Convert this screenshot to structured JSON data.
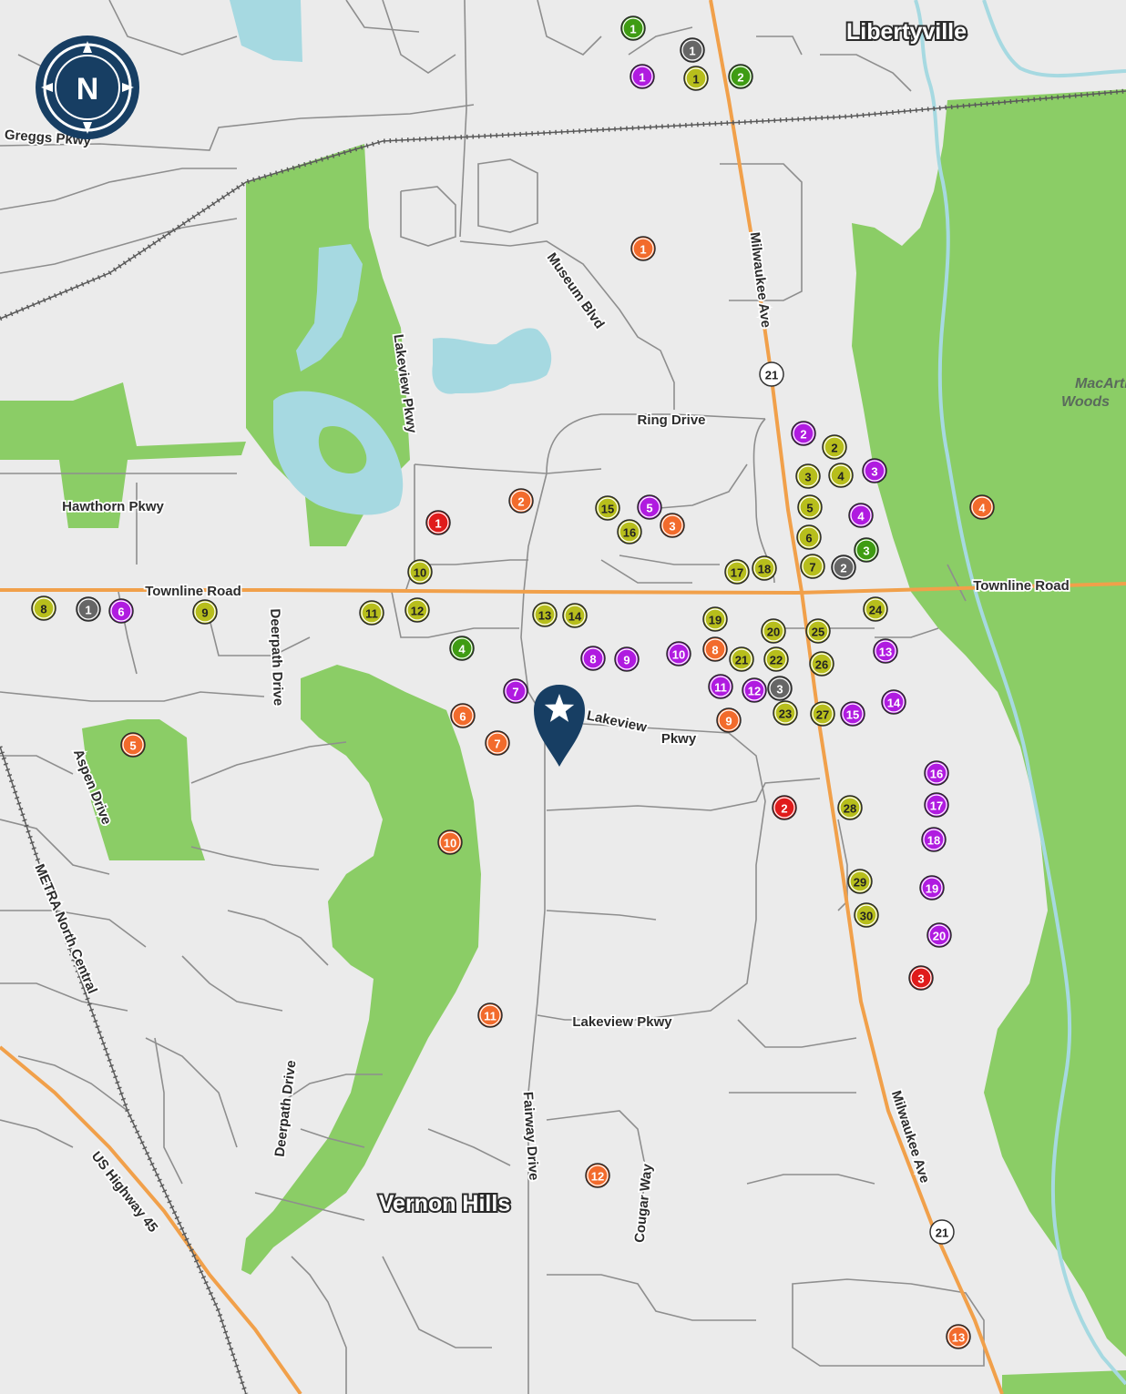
{
  "colors": {
    "land": "#ebebeb",
    "park": "#8bcd66",
    "water": "#a6d9e1",
    "road": "#8e8e8e",
    "highway": "#f1a04a",
    "navy": "#173e63",
    "red": "#e01b1b",
    "orange": "#f26b2c",
    "olive": "#b7be1c",
    "purple": "#b01be0",
    "green": "#3f9c13",
    "gray": "#666666"
  },
  "places": [
    {
      "id": "libertyville",
      "text": "Libertyville"
    },
    {
      "id": "vernon-hills",
      "text": "Vernon Hills"
    }
  ],
  "areas": [
    {
      "id": "macarthur-woods",
      "lines": [
        "MacArthur",
        "Woods"
      ]
    }
  ],
  "road_labels": [
    {
      "id": "greggs-pkwy",
      "text": "Greggs Pkwy"
    },
    {
      "id": "museum-blvd",
      "text": "Museum Blvd"
    },
    {
      "id": "milwaukee-ave-north",
      "text": "Milwaukee Ave"
    },
    {
      "id": "lakeview-pkwy-north",
      "text": "Lakeview Pkwy"
    },
    {
      "id": "ring-drive",
      "text": "Ring Drive"
    },
    {
      "id": "hawthorn-pkwy",
      "text": "Hawthorn Pkwy"
    },
    {
      "id": "townline-road-west",
      "text": "Townline Road"
    },
    {
      "id": "townline-road-east",
      "text": "Townline Road"
    },
    {
      "id": "deerpath-drive-north",
      "text": "Deerpath Drive"
    },
    {
      "id": "aspen-drive",
      "text": "Aspen Drive"
    },
    {
      "id": "lakeview-pkwy-mid-a",
      "text": "Lakeview"
    },
    {
      "id": "lakeview-pkwy-mid-b",
      "text": "Pkwy"
    },
    {
      "id": "metra-north-central",
      "text": "METRA North Central"
    },
    {
      "id": "lakeview-pkwy-south",
      "text": "Lakeview Pkwy"
    },
    {
      "id": "fairway-drive",
      "text": "Fairway Drive"
    },
    {
      "id": "deerpath-drive-south",
      "text": "Deerpath Drive"
    },
    {
      "id": "cougar-way",
      "text": "Cougar Way"
    },
    {
      "id": "us-highway-45",
      "text": "US Highway 45"
    },
    {
      "id": "milwaukee-ave-south",
      "text": "Milwaukee Ave"
    }
  ],
  "shields": [
    {
      "id": "route-21-north",
      "text": "21"
    },
    {
      "id": "route-21-south",
      "text": "21"
    }
  ],
  "compass": {
    "letter": "N"
  },
  "property_pin": {
    "icon": "star-icon"
  },
  "markers": {
    "red": [
      "1",
      "2",
      "3"
    ],
    "orange": [
      "1",
      "2",
      "3",
      "4",
      "5",
      "6",
      "7",
      "8",
      "9",
      "10",
      "11",
      "12",
      "13"
    ],
    "olive": [
      "1",
      "2",
      "3",
      "4",
      "5",
      "6",
      "7",
      "8",
      "9",
      "10",
      "11",
      "12",
      "13",
      "14",
      "15",
      "16",
      "17",
      "18",
      "19",
      "20",
      "21",
      "22",
      "23",
      "24",
      "25",
      "26",
      "27",
      "28",
      "29",
      "30"
    ],
    "purple": [
      "1",
      "2",
      "3",
      "4",
      "5",
      "6",
      "7",
      "8",
      "9",
      "10",
      "11",
      "12",
      "13",
      "14",
      "15",
      "16",
      "17",
      "18",
      "19",
      "20"
    ],
    "green": [
      "1",
      "2",
      "3",
      "4"
    ],
    "gray": [
      "1",
      "1",
      "2",
      "3"
    ]
  }
}
